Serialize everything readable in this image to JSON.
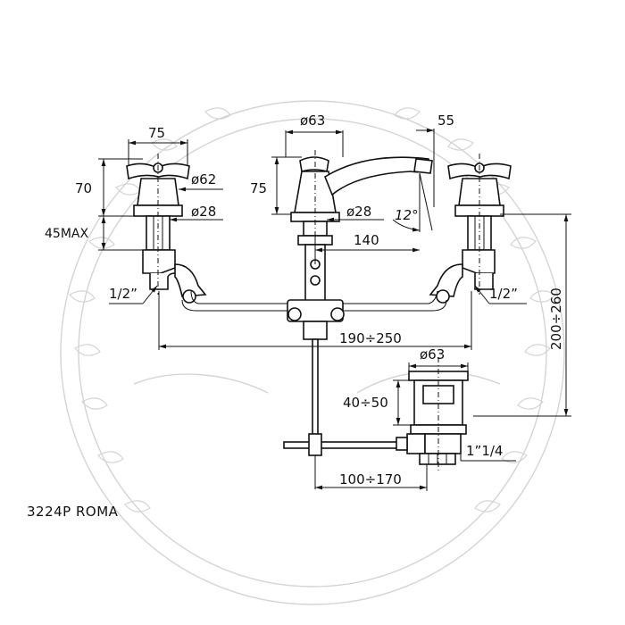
{
  "caption": "3224P ROMA",
  "dimensions": {
    "handle_width": "75",
    "handle_height": "70",
    "handle_dia": "ø62",
    "stem_dia_left": "ø28",
    "max_height": "45MAX",
    "thread_left": "1/2”",
    "thread_right": "1/2”",
    "spout_dia": "ø63",
    "spout_height": "75",
    "stem_dia_center": "ø28",
    "angle": "12°",
    "reach": "140",
    "spout_offset": "55",
    "centres": "190÷250",
    "total_height": "200÷260",
    "waste_dia": "ø63",
    "waste_height": "40÷50",
    "waste_thread": "1”1/4",
    "rod_length": "100÷170"
  }
}
